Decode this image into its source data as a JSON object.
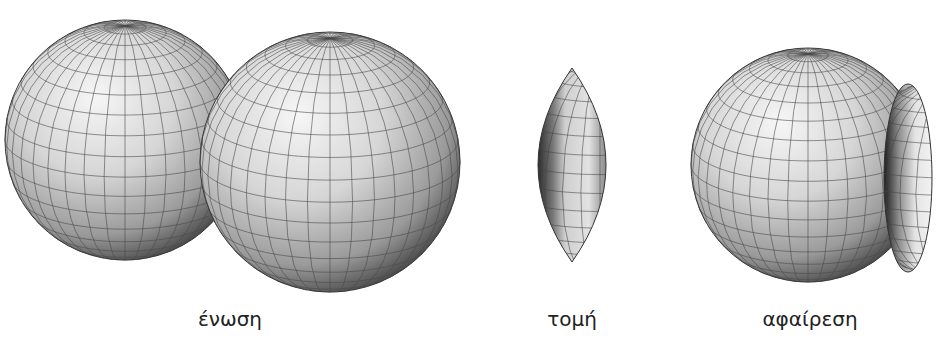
{
  "diagram": {
    "labels": [
      "ένωση",
      "τομή",
      "αφαίρεση"
    ]
  }
}
